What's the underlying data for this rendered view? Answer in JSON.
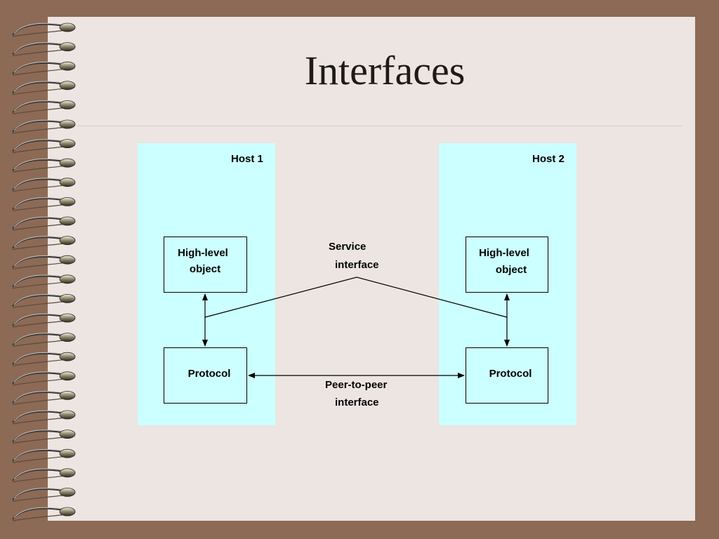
{
  "slide": {
    "title": "Interfaces"
  },
  "diagram": {
    "hosts": [
      {
        "label": "Host 1",
        "object_line1": "High-level",
        "object_line2": "object",
        "protocol": "Protocol"
      },
      {
        "label": "Host 2",
        "object_line1": "High-level",
        "object_line2": "object",
        "protocol": "Protocol"
      }
    ],
    "service_interface": {
      "line1": "Service",
      "line2": "interface"
    },
    "peer_interface": {
      "line1": "Peer-to-peer",
      "line2": "interface"
    }
  },
  "colors": {
    "background": "#8d6a55",
    "slide": "#ece5e2",
    "host_fill": "#ccffff",
    "line": "#000000"
  }
}
